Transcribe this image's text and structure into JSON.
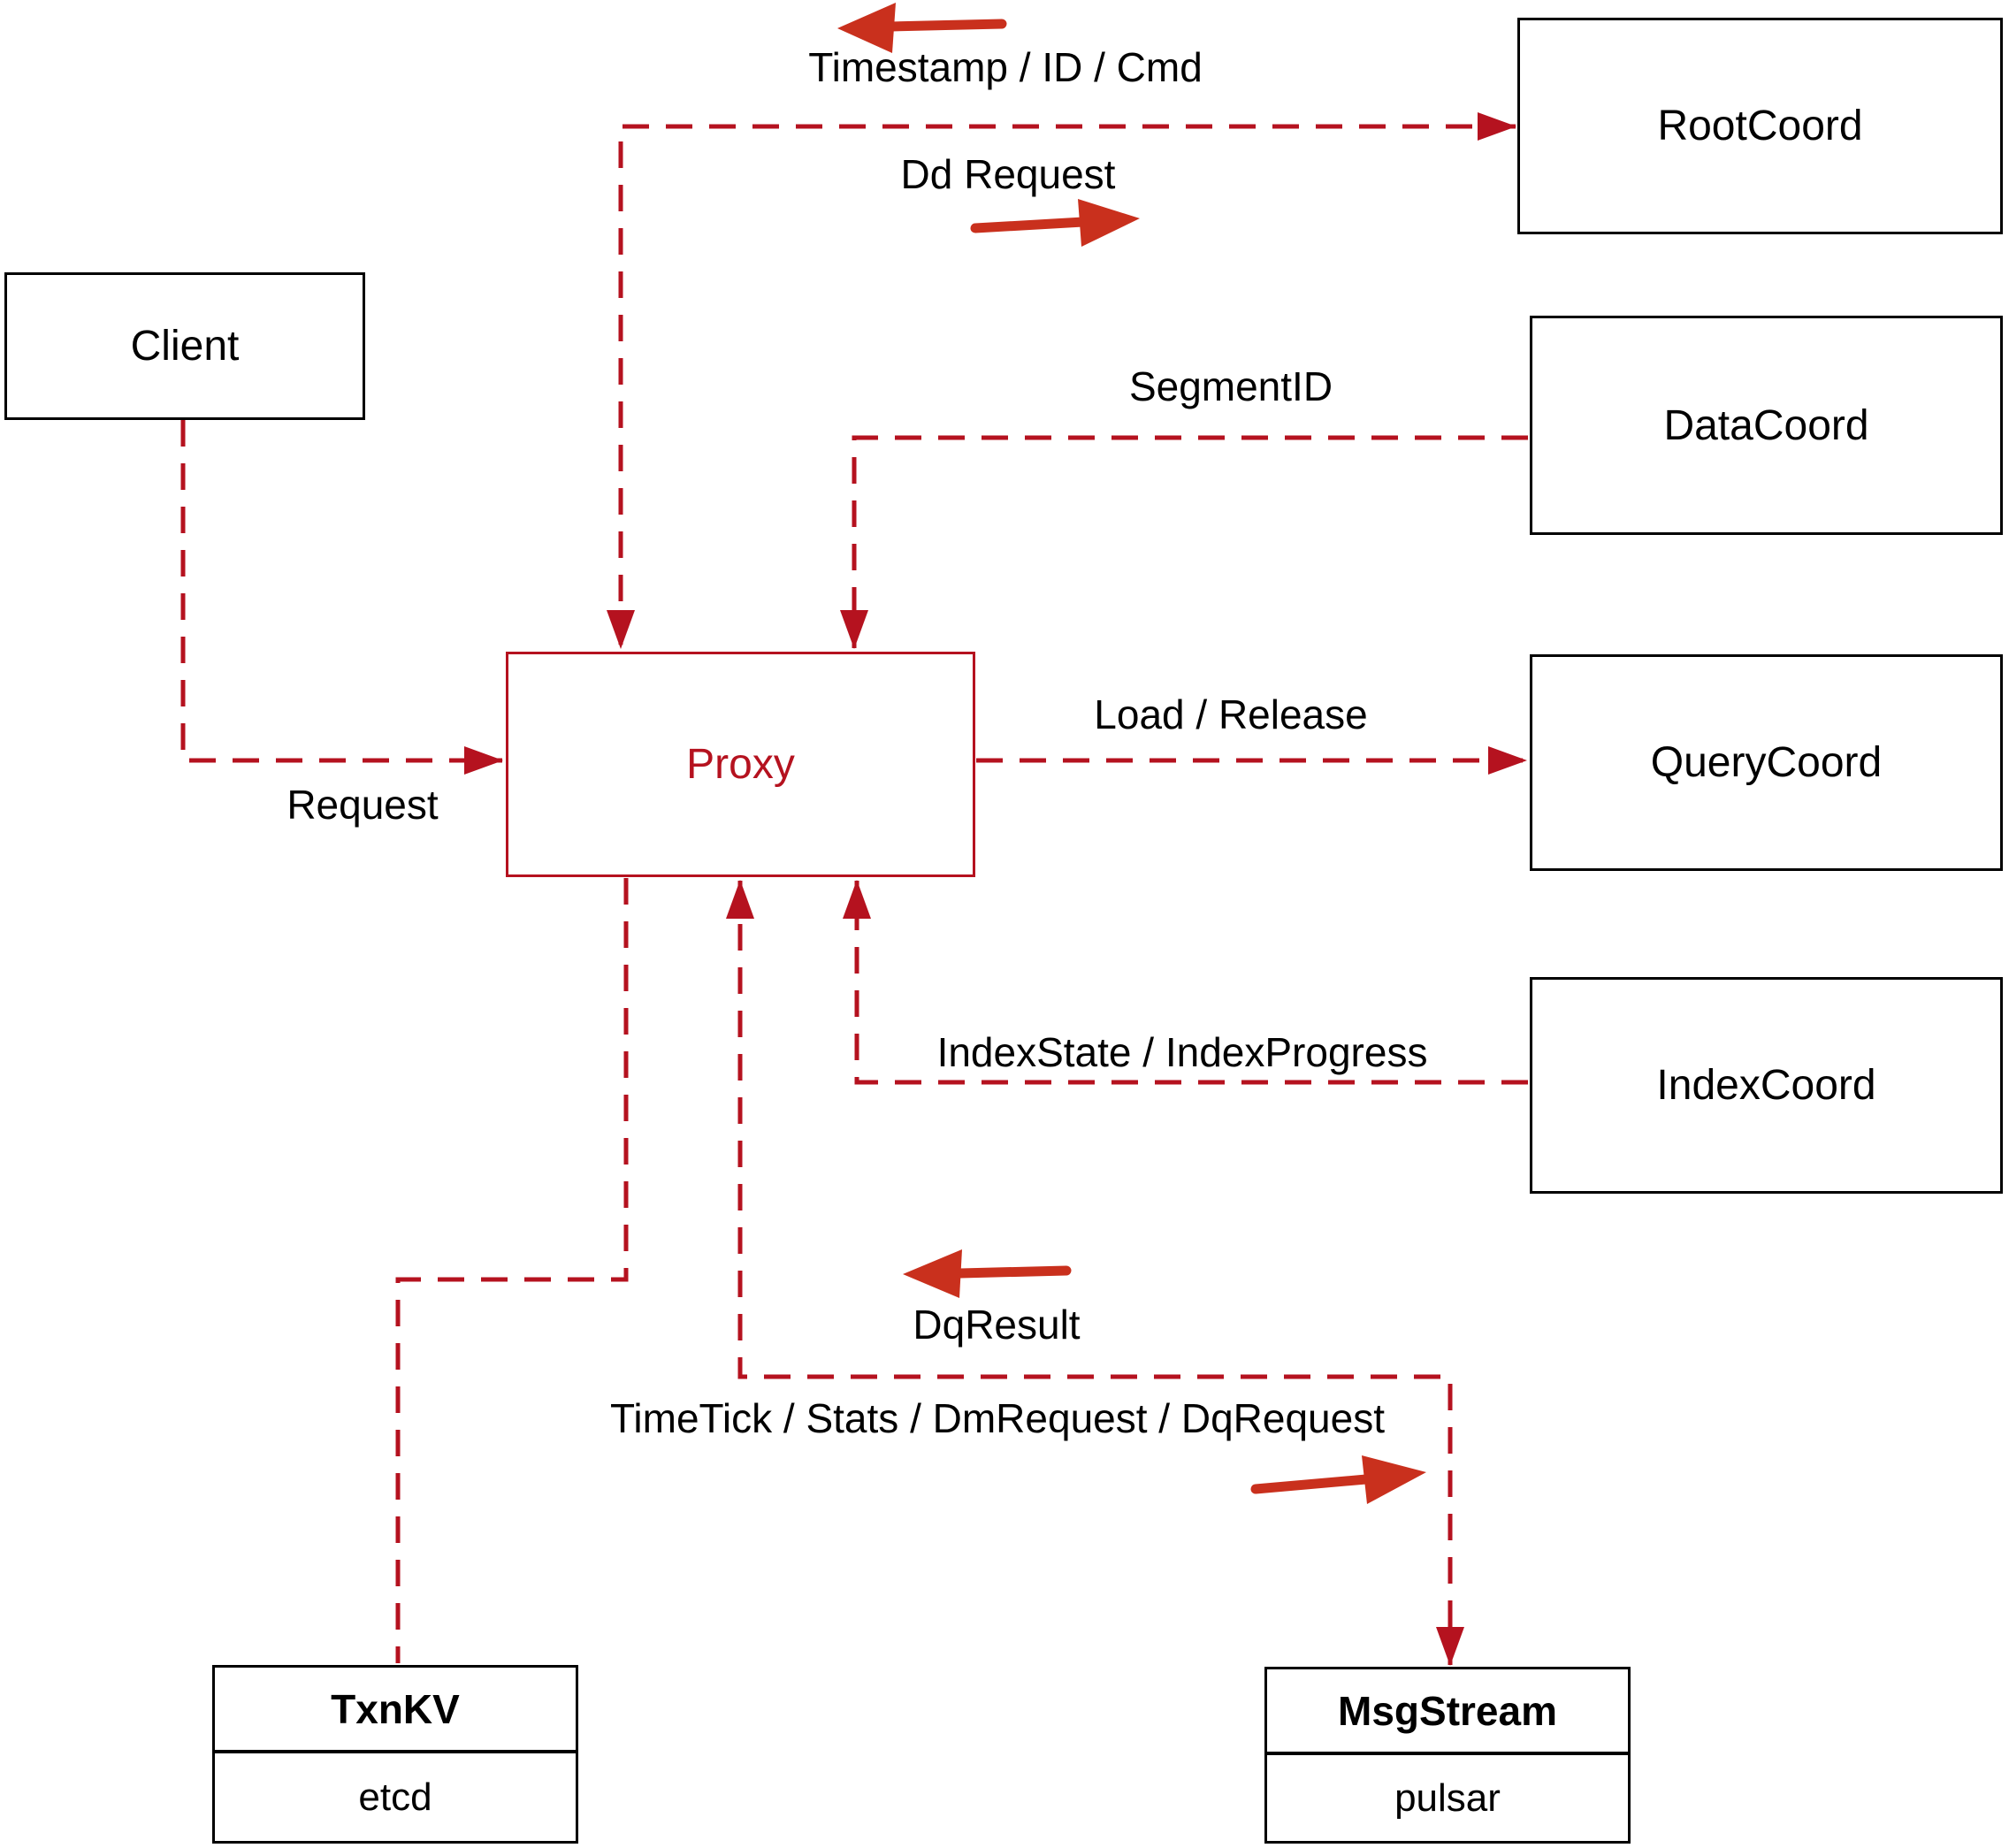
{
  "nodes": {
    "client": {
      "label": "Client"
    },
    "root_coord": {
      "label": "RootCoord"
    },
    "data_coord": {
      "label": "DataCoord"
    },
    "query_coord": {
      "label": "QueryCoord"
    },
    "index_coord": {
      "label": "IndexCoord"
    },
    "proxy": {
      "label": "Proxy"
    },
    "txn_kv": {
      "title": "TxnKV",
      "engine": "etcd"
    },
    "msg_stream": {
      "title": "MsgStream",
      "engine": "pulsar"
    }
  },
  "edges": {
    "client_to_proxy": {
      "label": "Request"
    },
    "proxy_rootcoord": {
      "label_to_proxy": "Timestamp / ID / Cmd",
      "label_to_rootcoord": "Dd Request"
    },
    "datacoord_to_proxy": {
      "label": "SegmentID"
    },
    "proxy_to_querycoord": {
      "label": "Load / Release"
    },
    "indexcoord_to_proxy": {
      "label": "IndexState / IndexProgress"
    },
    "proxy_msgstream": {
      "label_to_proxy": "DqResult",
      "label_to_msgstream": "TimeTick / Stats / DmRequest / DqRequest"
    }
  },
  "colors": {
    "dashed_line": "#b5121f",
    "solid_arrow": "#c9301d",
    "node_border": "#000000",
    "proxy_accent": "#b5121f",
    "text": "#000000",
    "background": "#ffffff"
  }
}
